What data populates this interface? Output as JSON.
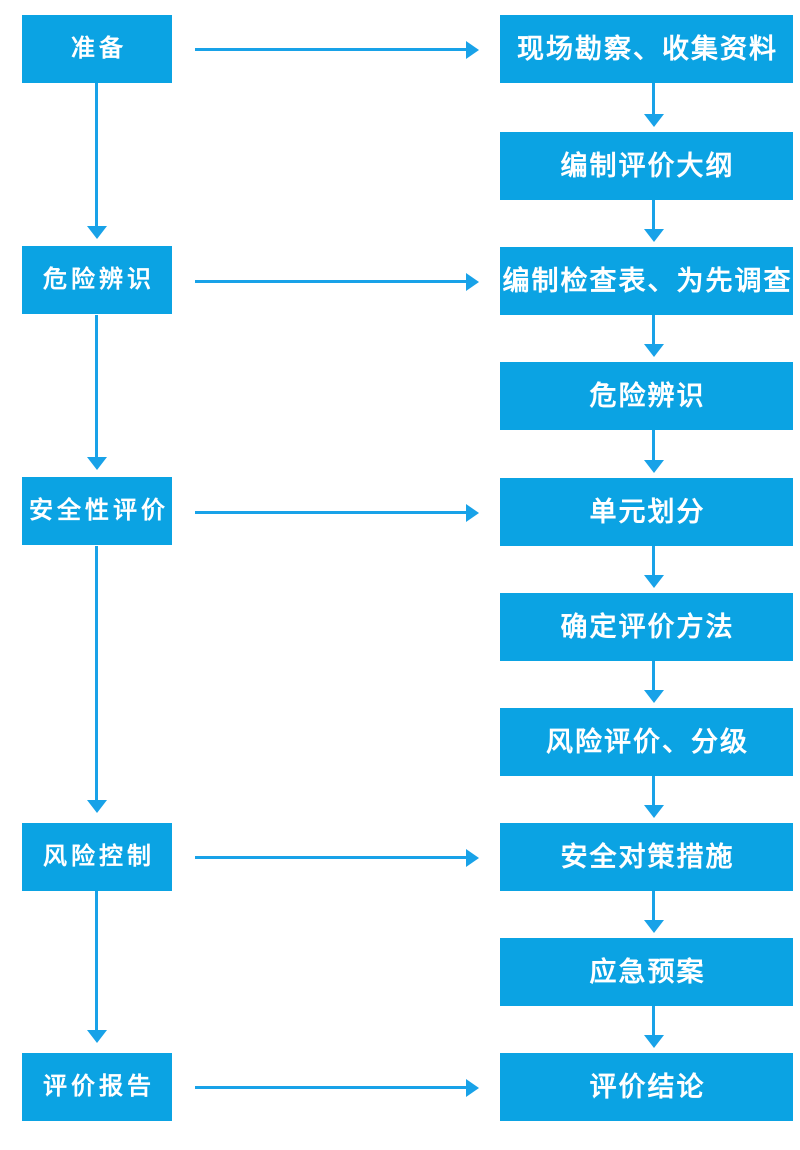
{
  "flow": {
    "colors": {
      "box": "#0BA3E3",
      "arrow": "#18A2E8",
      "text": "#FFFFFF",
      "background": "#FFFFFF"
    },
    "stages": [
      {
        "label": "准备"
      },
      {
        "label": "危险辨识"
      },
      {
        "label": "安全性评价"
      },
      {
        "label": "风险控制"
      },
      {
        "label": "评价报告"
      }
    ],
    "steps": [
      {
        "label": "现场勘察、收集资料"
      },
      {
        "label": "编制评价大纲"
      },
      {
        "label": "编制检查表、为先调查"
      },
      {
        "label": "危险辨识"
      },
      {
        "label": "单元划分"
      },
      {
        "label": "确定评价方法"
      },
      {
        "label": "风险评价、分级"
      },
      {
        "label": "安全对策措施"
      },
      {
        "label": "应急预案"
      },
      {
        "label": "评价结论"
      }
    ]
  }
}
